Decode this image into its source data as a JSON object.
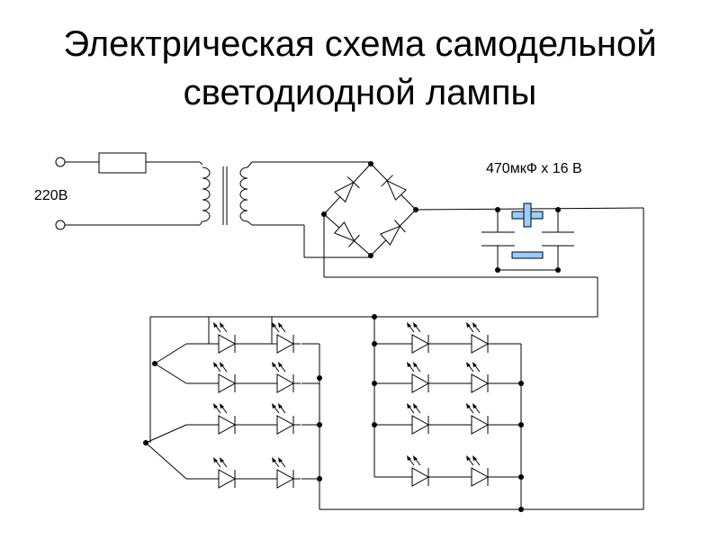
{
  "title": {
    "line1": "Электрическая схема самодельной",
    "line2": "светодиодной лампы"
  },
  "labels": {
    "voltage_input": "220В",
    "capacitor": "470мкФ х 16 В"
  },
  "colors": {
    "line": "#000000",
    "capacitor_fill": "#99ccff"
  }
}
